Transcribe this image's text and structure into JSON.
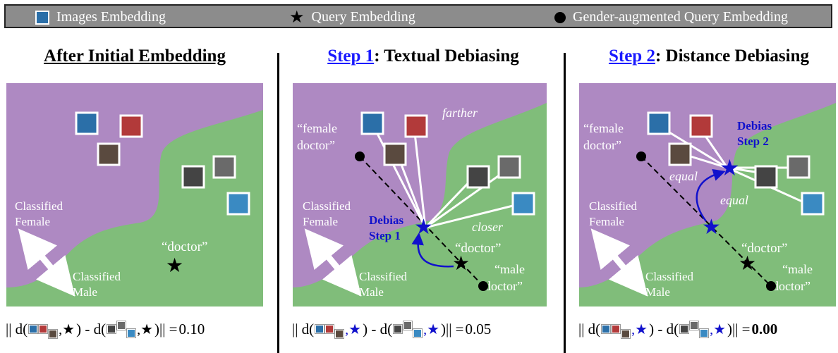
{
  "legend": {
    "images_label": "Images Embedding",
    "query_label": "Query Embedding",
    "gender_label": "Gender-augmented Query Embedding"
  },
  "panels": [
    {
      "title": "After Initial Embedding",
      "region_female": [
        "Classified",
        "Female"
      ],
      "region_male": [
        "Classified",
        "Male"
      ],
      "query_text": "“doctor”",
      "formula_prefix": "|| d(",
      "formula_mid": ") - d(",
      "formula_suffix": ")|| = ",
      "formula_value": "0.10"
    },
    {
      "title_step": "Step 1",
      "title_rest": ": Textual Debiasing",
      "region_female": [
        "Classified",
        "Female"
      ],
      "region_male": [
        "Classified",
        "Male"
      ],
      "female_doctor": [
        "“female",
        "doctor”"
      ],
      "male_doctor": [
        "“male",
        "doctor”"
      ],
      "query_text": "“doctor”",
      "farther": "farther",
      "closer": "closer",
      "debias": [
        "Debias",
        "Step 1"
      ],
      "formula_prefix": "|| d(",
      "formula_mid": ") - d(",
      "formula_suffix": ")|| = ",
      "formula_value": "0.05"
    },
    {
      "title_step": "Step 2",
      "title_rest": ": Distance Debiasing",
      "region_female": [
        "Classified",
        "Female"
      ],
      "region_male": [
        "Classified",
        "Male"
      ],
      "female_doctor": [
        "“female",
        "doctor”"
      ],
      "male_doctor": [
        "“male",
        "doctor”"
      ],
      "query_text": "“doctor”",
      "equal_a": "equal",
      "equal_b": "equal",
      "debias": [
        "Debias",
        "Step 2"
      ],
      "formula_prefix": "|| d(",
      "formula_mid": ") - d(",
      "formula_suffix": ")|| = ",
      "formula_value": "0.00"
    }
  ],
  "colors": {
    "female_region": "#ae89c2",
    "male_region": "#80bd7a",
    "debias_blue": "#1111cc",
    "legend_bg": "#8c8c8c"
  }
}
